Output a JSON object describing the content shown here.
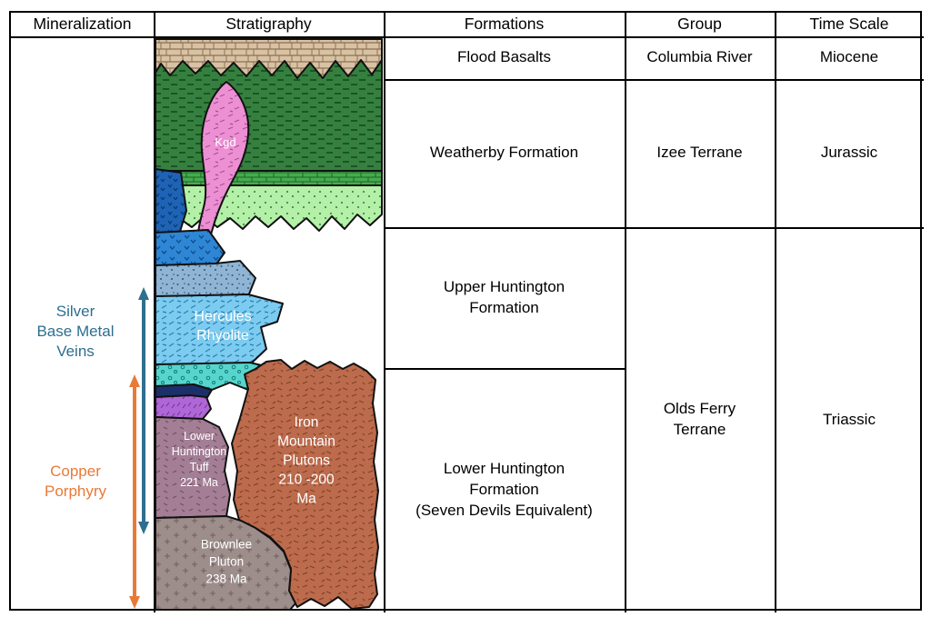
{
  "header": {
    "mineralization": "Mineralization",
    "stratigraphy": "Stratigraphy",
    "formations": "Formations",
    "group": "Group",
    "time_scale": "Time Scale"
  },
  "mineralization": {
    "silver_veins": {
      "label": "Silver\nBase Metal\nVeins",
      "color": "#2E6E8E"
    },
    "copper": {
      "label": "Copper\nPorphyry",
      "color": "#E87A38"
    }
  },
  "stratigraphy": {
    "unit_labels": {
      "kgd": "Kgd",
      "hercules_rhyolite": "Hercules\nRhyolite",
      "lower_huntington_tuff": "Lower\nHuntington\nTuff\n221 Ma",
      "iron_mountain_plutons": "Iron Mountain\nPlutons\n210 -200 Ma",
      "brownlee_pluton": "Brownlee\nPluton\n238 Ma"
    },
    "units": [
      {
        "name": "flood-basalts",
        "color": "#D9C2A3"
      },
      {
        "name": "weatherby-dark-green",
        "color": "#35803F"
      },
      {
        "name": "weatherby-green-band",
        "color": "#46AC4E"
      },
      {
        "name": "weatherby-light-green",
        "color": "#B4F0A8"
      },
      {
        "name": "kgd-intrusion",
        "color": "#EC8FD3"
      },
      {
        "name": "upper-huntington-dark-blue",
        "color": "#1E63B5"
      },
      {
        "name": "upper-huntington-blue",
        "color": "#2E86D4"
      },
      {
        "name": "upper-huntington-speckled",
        "color": "#8FB4D4"
      },
      {
        "name": "hercules-rhyolite",
        "color": "#7CCBF0"
      },
      {
        "name": "cyan-tuff-band",
        "color": "#57D5CD"
      },
      {
        "name": "navy-band",
        "color": "#1B2F6B"
      },
      {
        "name": "purple-unit",
        "color": "#AF66D6"
      },
      {
        "name": "lower-huntington-tuff",
        "color": "#A37E95"
      },
      {
        "name": "iron-mountain-plutons",
        "color": "#BC6B4C"
      },
      {
        "name": "brownlee-pluton",
        "color": "#9D8D8B"
      }
    ]
  },
  "formations": {
    "rows": [
      "Flood Basalts",
      "Weatherby Formation",
      "Upper Huntington\nFormation",
      "Lower Huntington\nFormation\n(Seven Devils Equivalent)"
    ]
  },
  "group": {
    "rows": [
      "Columbia River",
      "Izee Terrane",
      "Olds Ferry\nTerrane"
    ]
  },
  "time_scale": {
    "rows": [
      "Miocene",
      "Jurassic",
      "Triassic"
    ]
  }
}
